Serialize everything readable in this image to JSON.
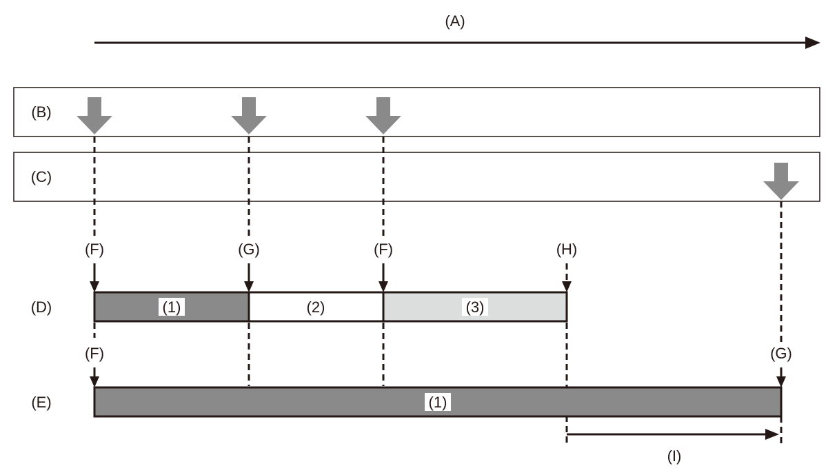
{
  "colors": {
    "ink": "#231815",
    "marker": "#8a8a8a",
    "segment_dark": "#8a8a8a",
    "segment_white": "#ffffff",
    "segment_light": "#dcdddd"
  },
  "labels": {
    "time_axis": "(A)",
    "row_b": "(B)",
    "row_c": "(C)",
    "row_d": "(D)",
    "row_e": "(E)",
    "interval": "(I)"
  },
  "row_d_points": [
    "(F)",
    "(G)",
    "(F)",
    "(H)"
  ],
  "row_e_points": [
    "(F)",
    "(G)"
  ],
  "row_d_segments": [
    {
      "label": "(1)",
      "tone": "dark"
    },
    {
      "label": "(2)",
      "tone": "white"
    },
    {
      "label": "(3)",
      "tone": "light"
    }
  ],
  "row_e_segments": [
    {
      "label": "(1)",
      "tone": "dark"
    }
  ],
  "icons": {
    "row_b_markers": [
      "down-arrow-icon",
      "down-arrow-icon",
      "down-arrow-icon"
    ],
    "row_c_markers": [
      "down-arrow-icon"
    ]
  }
}
